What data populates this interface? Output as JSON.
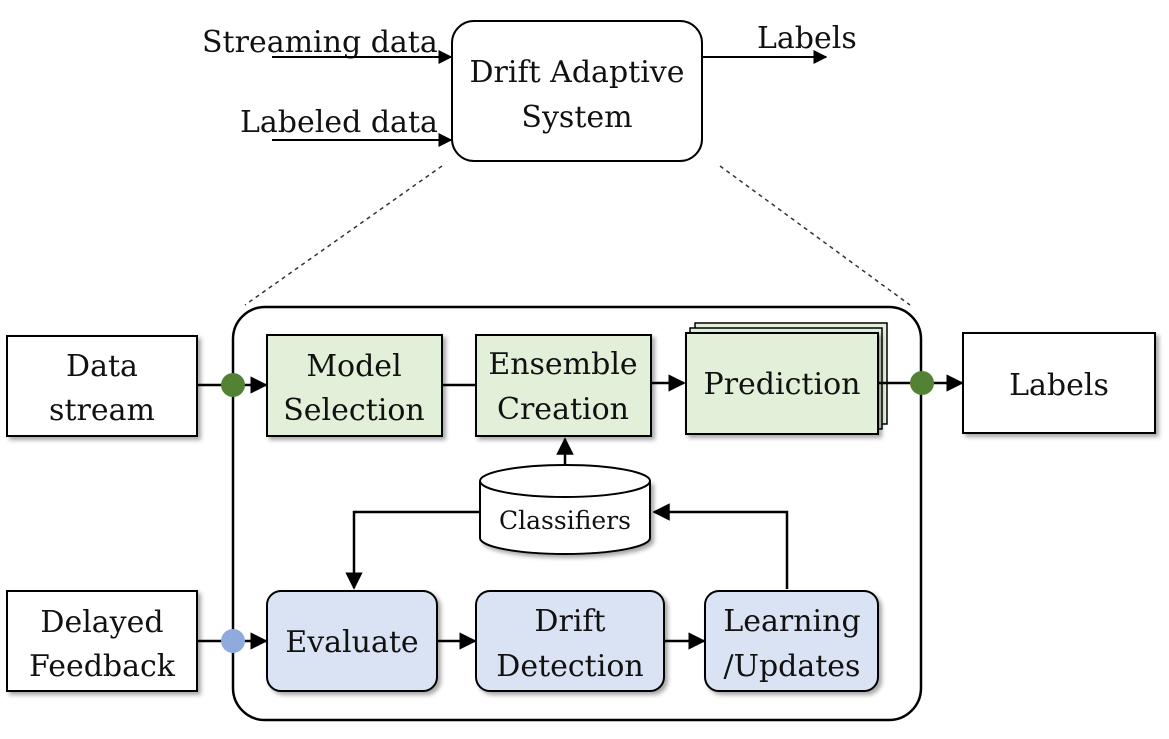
{
  "top": {
    "streaming_input": "Streaming data",
    "labeled_input": "Labeled data",
    "system": [
      "Drift Adaptive",
      "System"
    ],
    "output": "Labels"
  },
  "inputs": {
    "data_stream": [
      "Data",
      "stream"
    ],
    "delayed_feedback": [
      "Delayed",
      "Feedback"
    ]
  },
  "output_labels": "Labels",
  "stages": {
    "model_selection": [
      "Model",
      "Selection"
    ],
    "ensemble_creation": [
      "Ensemble",
      "Creation"
    ],
    "prediction": "Prediction",
    "classifiers": "Classifiers",
    "evaluate": "Evaluate",
    "drift_detection": [
      "Drift",
      "Detection"
    ],
    "learning_updates": [
      "Learning",
      "/Updates"
    ]
  },
  "colors": {
    "green_fill": "#e2efd9",
    "blue_fill": "#dae3f3",
    "green_node": "#548235",
    "blue_node": "#8faadc",
    "stroke": "#000000"
  }
}
